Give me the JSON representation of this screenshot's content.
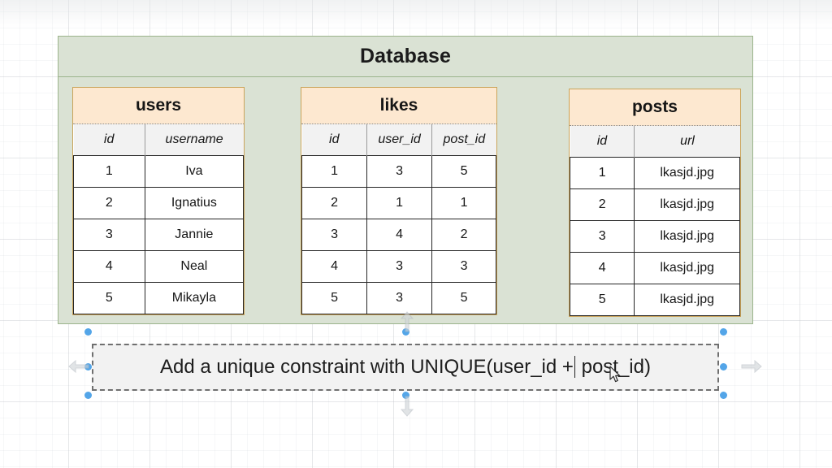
{
  "app": {
    "canvas_background": "#ffffff",
    "grid_color": "#bec3c8"
  },
  "database": {
    "title": "Database",
    "container_color": "#dae2d4",
    "border_color": "#9cb48c",
    "tables": [
      {
        "name": "users",
        "header_color": "#fde8d0",
        "columns": [
          "id",
          "username"
        ],
        "rows": [
          [
            "1",
            "Iva"
          ],
          [
            "2",
            "Ignatius"
          ],
          [
            "3",
            "Jannie"
          ],
          [
            "4",
            "Neal"
          ],
          [
            "5",
            "Mikayla"
          ]
        ]
      },
      {
        "name": "likes",
        "header_color": "#fde8d0",
        "columns": [
          "id",
          "user_id",
          "post_id"
        ],
        "rows": [
          [
            "1",
            "3",
            "5"
          ],
          [
            "2",
            "1",
            "1"
          ],
          [
            "3",
            "4",
            "2"
          ],
          [
            "4",
            "3",
            "3"
          ],
          [
            "5",
            "3",
            "5"
          ]
        ]
      },
      {
        "name": "posts",
        "header_color": "#fde8d0",
        "columns": [
          "id",
          "url"
        ],
        "rows": [
          [
            "1",
            "lkasjd.jpg"
          ],
          [
            "2",
            "lkasjd.jpg"
          ],
          [
            "3",
            "lkasjd.jpg"
          ],
          [
            "4",
            "lkasjd.jpg"
          ],
          [
            "5",
            "lkasjd.jpg"
          ]
        ]
      }
    ]
  },
  "note": {
    "text_before_caret": "Add a unique constraint with UNIQUE(user_id +",
    "text_after_caret": " post_id)",
    "full_text": "Add a unique constraint with UNIQUE(user_id + post_id)",
    "selected": true,
    "handle_color": "#53a5e8",
    "fill_color": "#f2f2f2",
    "border_style": "dashed"
  }
}
